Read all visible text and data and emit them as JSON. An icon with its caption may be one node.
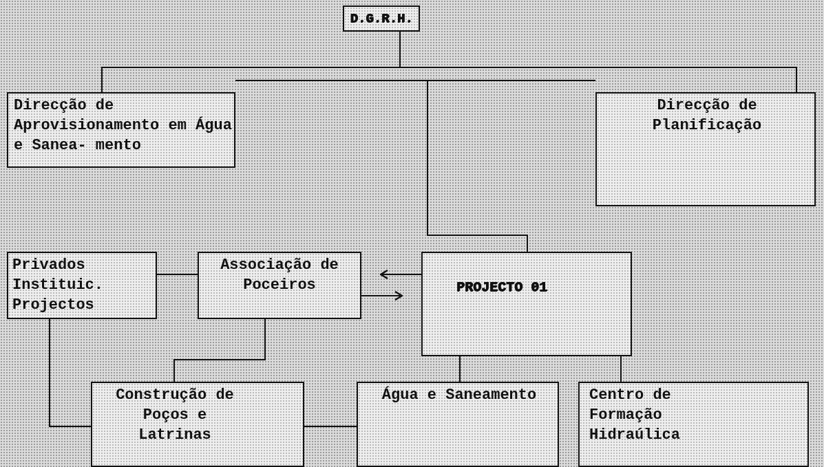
{
  "diagram": {
    "nodes": [
      {
        "text": [
          "D.G.R.H."
        ]
      },
      {
        "text": [
          "Direcção de Aprovisionamento em Água e Sanea- mento"
        ]
      },
      {
        "text": [
          "Direcção de Planificação"
        ]
      },
      {
        "text": [
          "Privados Instituic. Projectos"
        ]
      },
      {
        "text": [
          "Associação de Poceiros"
        ]
      },
      {
        "text": [
          "PROJECTO 01"
        ]
      },
      {
        "text": [
          "Construção de Poços e Latrinas"
        ]
      },
      {
        "text": [
          "Água e Saneamento"
        ]
      },
      {
        "text": [
          "Centro de Formação Hidraúlica"
        ]
      }
    ],
    "edges": [
      {
        "from": 0,
        "to": 1,
        "arrow": "none"
      },
      {
        "from": 0,
        "to": 2,
        "arrow": "none"
      },
      {
        "from": 1,
        "to": 2,
        "arrow": "none"
      },
      {
        "from": 1,
        "to": 5,
        "arrow": "none"
      },
      {
        "from": 2,
        "to": 5,
        "arrow": "none"
      },
      {
        "from": 3,
        "to": 4,
        "arrow": "none"
      },
      {
        "from": 5,
        "to": 4,
        "arrow": "to"
      },
      {
        "from": 4,
        "to": 5,
        "arrow": "to"
      },
      {
        "from": 4,
        "to": 6,
        "arrow": "none"
      },
      {
        "from": 3,
        "to": 6,
        "arrow": "none"
      },
      {
        "from": 6,
        "to": 7,
        "arrow": "none"
      },
      {
        "from": 5,
        "to": 7,
        "arrow": "none"
      },
      {
        "from": 5,
        "to": 8,
        "arrow": "none"
      }
    ]
  }
}
